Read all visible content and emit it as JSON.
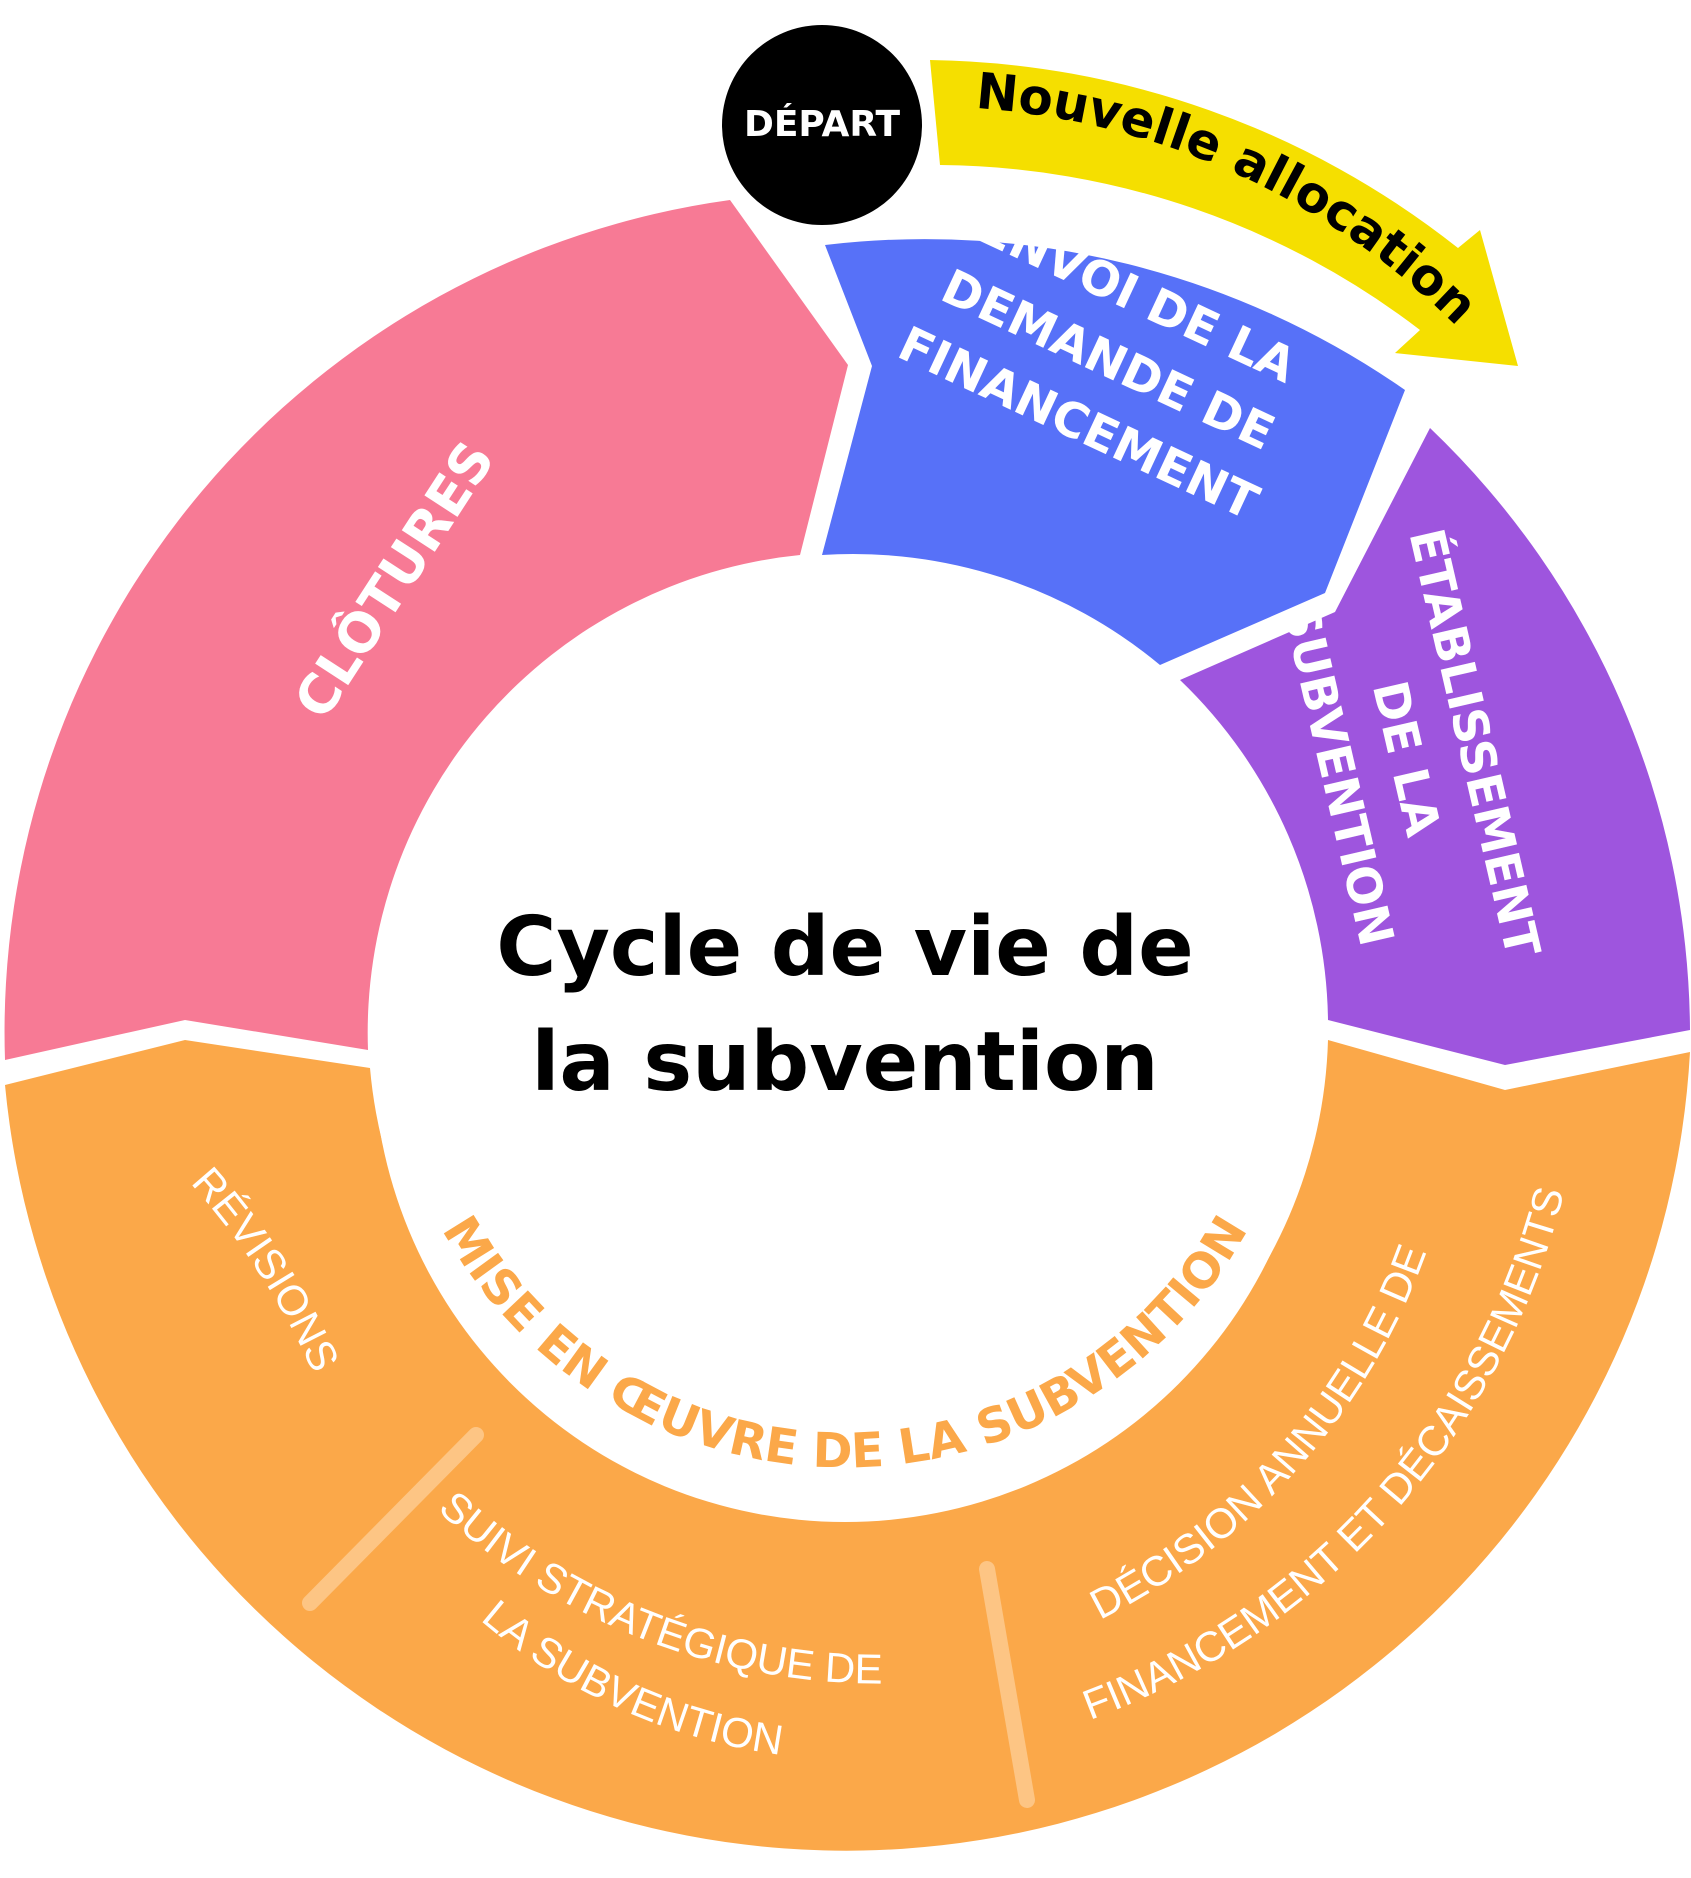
{
  "start": {
    "label": "DÉPART"
  },
  "arrow": {
    "label": "Nouvelle allocation"
  },
  "center": {
    "line1": "Cycle de vie de",
    "line2": "la subvention"
  },
  "segments": {
    "clotures": {
      "label": "CLÔTURES",
      "color": "#F77A95"
    },
    "envoi": {
      "lines": [
        "ENVOI DE LA",
        "DEMANDE DE",
        "FINANCEMENT"
      ],
      "color": "#5771F8"
    },
    "etablissement": {
      "lines": [
        "ÉTABLISSEMENT",
        "DE LA",
        "SUBVENTION"
      ],
      "color": "#9E55DE"
    },
    "mise_en_oeuvre": {
      "label": "MISE EN ŒUVRE DE LA SUBVENTION",
      "color": "#FBA849",
      "sub": {
        "revisions": "RÉVISIONS",
        "suivi": [
          "SUIVI STRATÉGIQUE DE",
          "LA SUBVENTION"
        ],
        "decision": [
          "DÉCISION ANNUELLE DE",
          "FINANCEMENT ET DÉCAISSEMENTS"
        ]
      }
    }
  },
  "colors": {
    "arrow": "#F5DF00",
    "start_circle": "#000000",
    "text_white": "#FFFFFF",
    "center_text": "#000000"
  }
}
